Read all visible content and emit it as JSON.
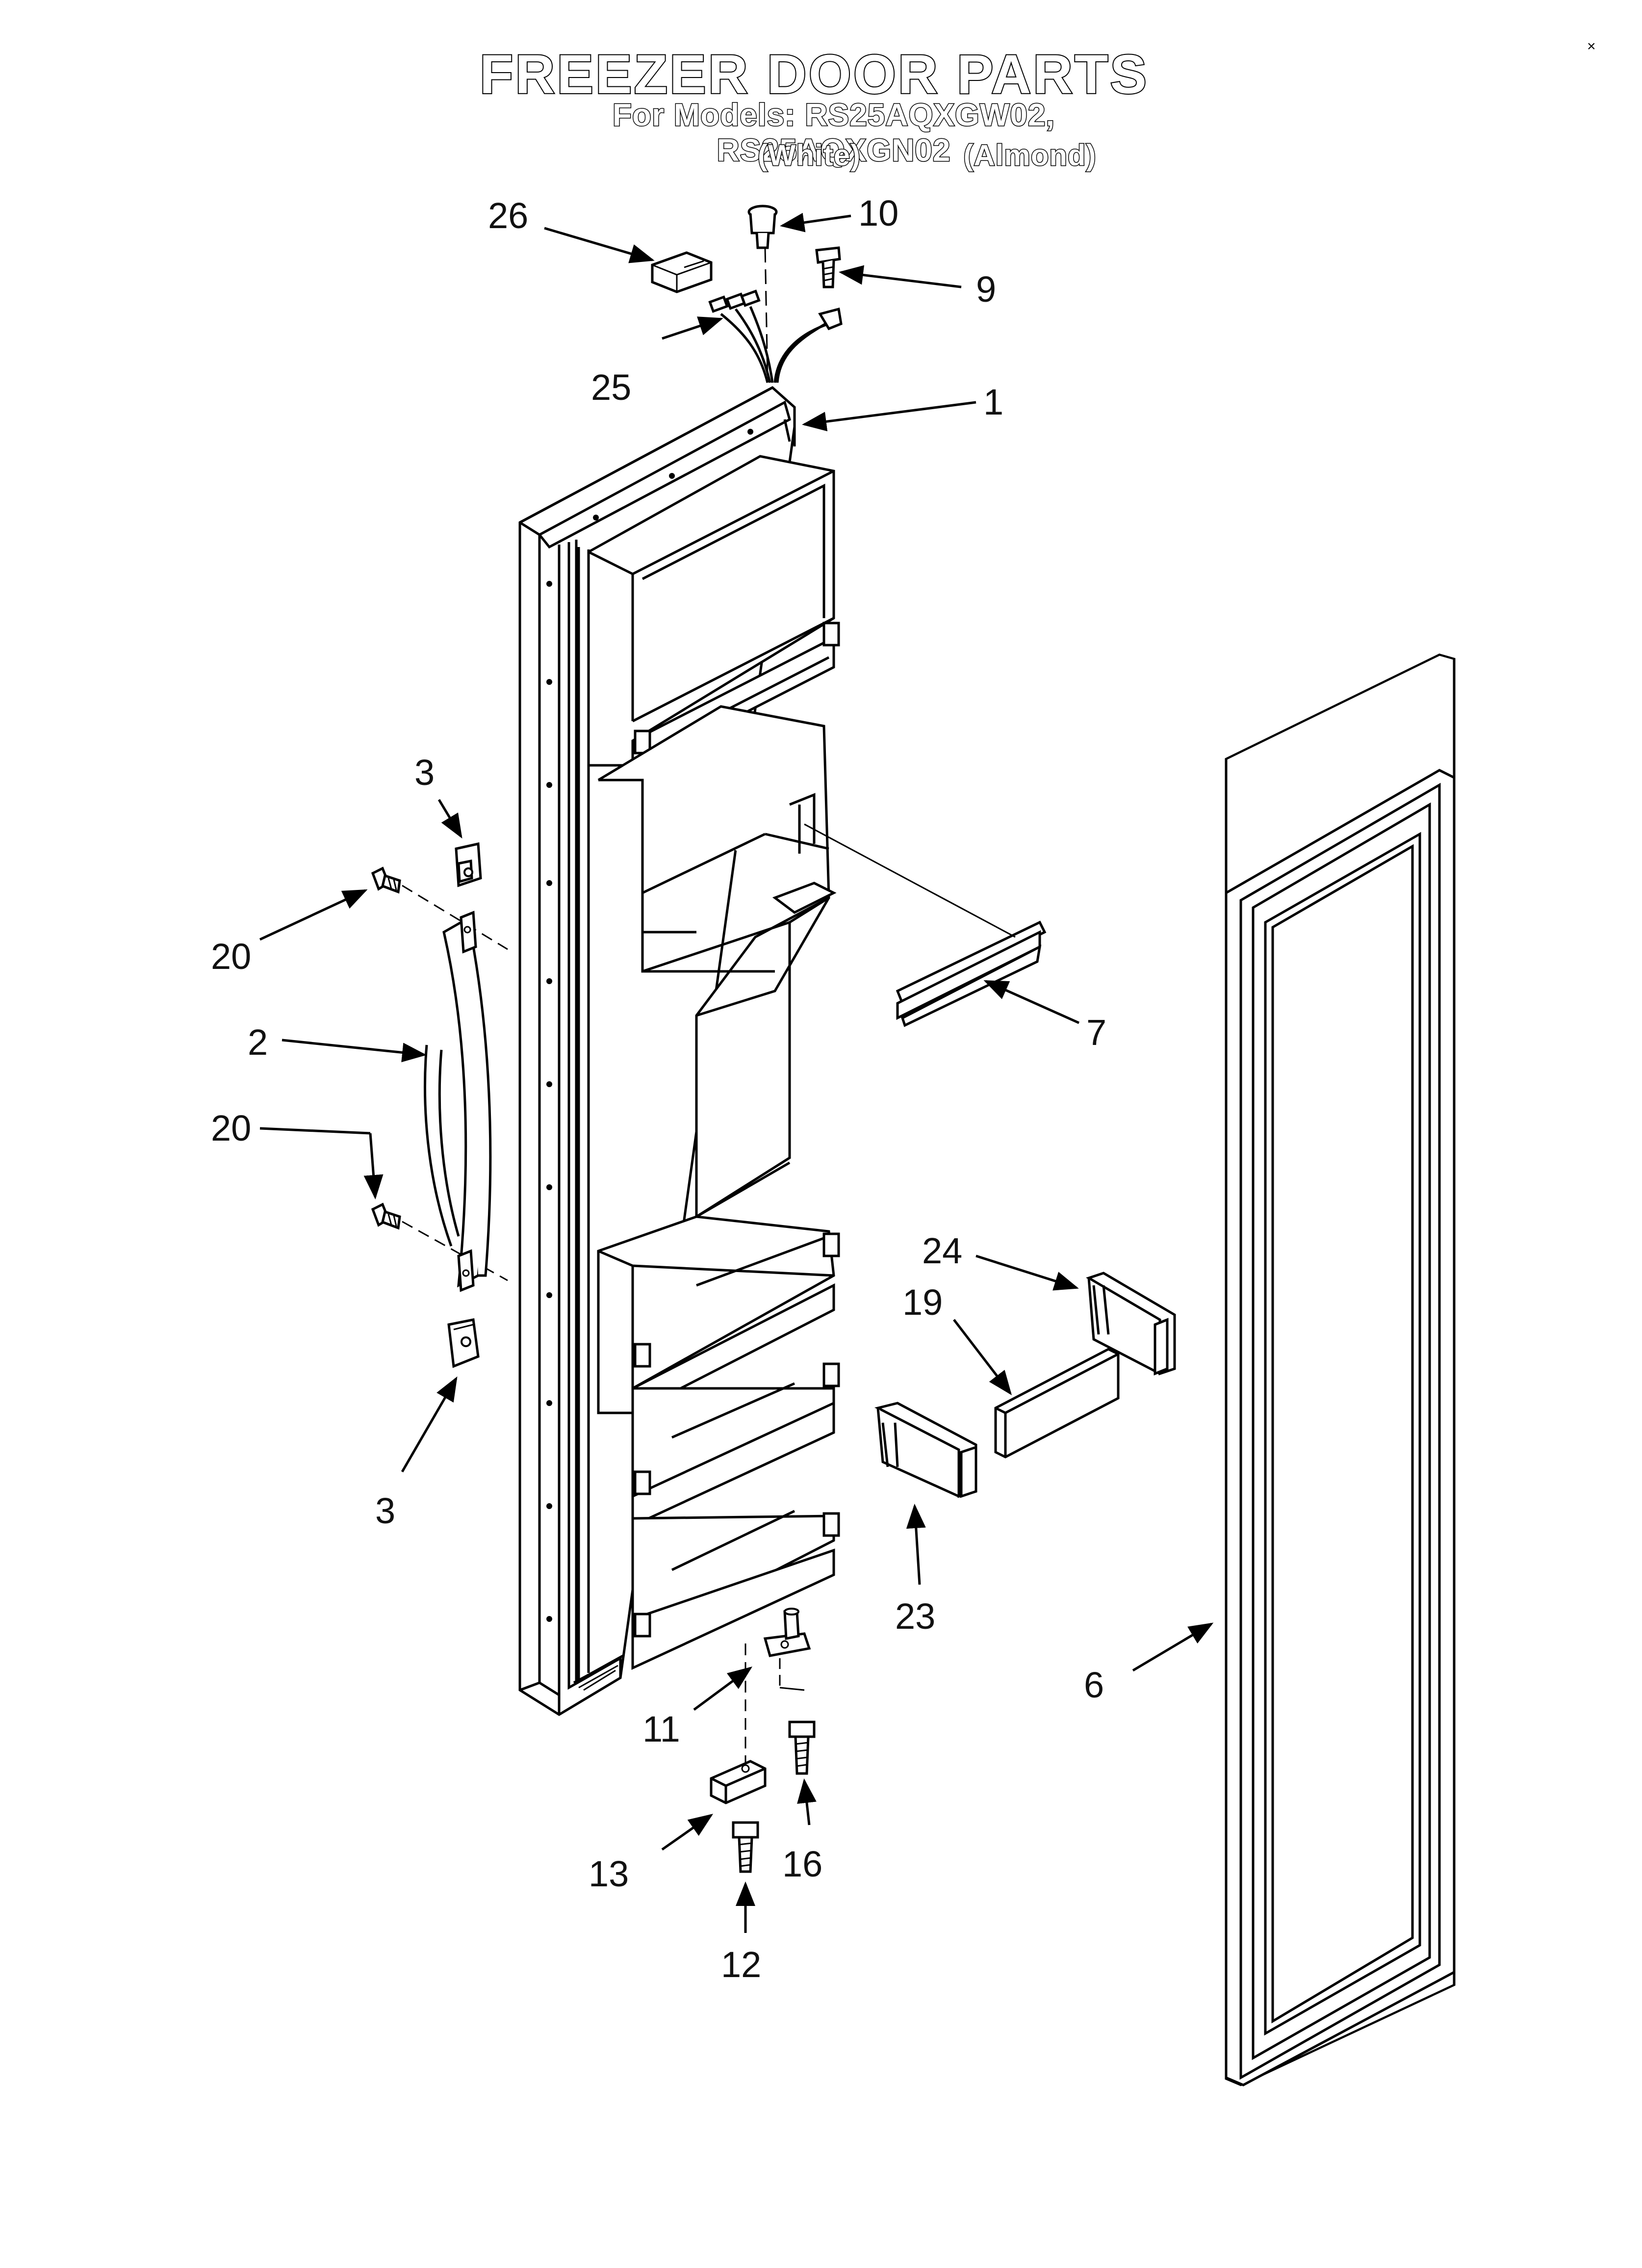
{
  "header": {
    "title": "FREEZER DOOR PARTS",
    "models_line": "For Models: RS25AQXGW02, RS25AQXGN02",
    "variant_white": "(White)",
    "variant_almond": "(Almond)"
  },
  "callouts": [
    "26",
    "10",
    "9",
    "25",
    "1",
    "3",
    "20",
    "2",
    "20",
    "3",
    "7",
    "24",
    "19",
    "23",
    "6",
    "11",
    "16",
    "13",
    "12"
  ]
}
